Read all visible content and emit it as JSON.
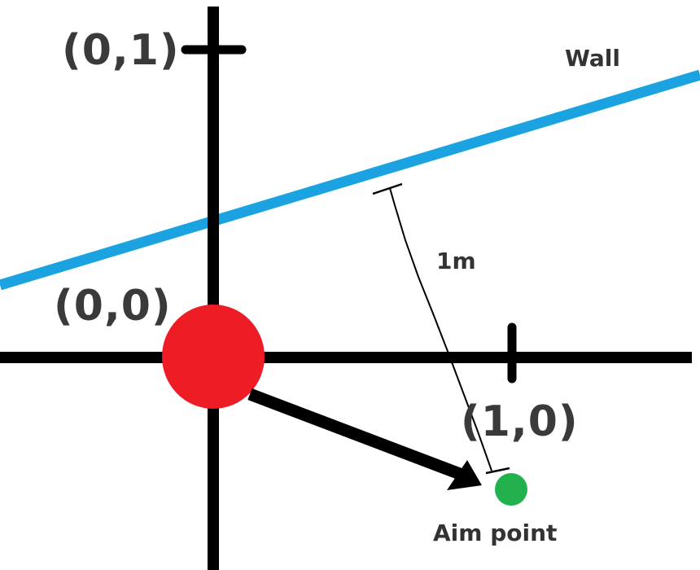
{
  "labels": {
    "origin": "(0,0)",
    "y_unit": "(0,1)",
    "x_unit": "(1,0)",
    "wall": "Wall",
    "distance": "1m",
    "aim_point": "Aim point"
  },
  "colors": {
    "axes": "#000000",
    "wall": "#1aa3e0",
    "origin_dot": "#ee1c25",
    "aim_dot": "#22b14c",
    "direction_arrow": "#000000",
    "measure_line": "#000000"
  }
}
